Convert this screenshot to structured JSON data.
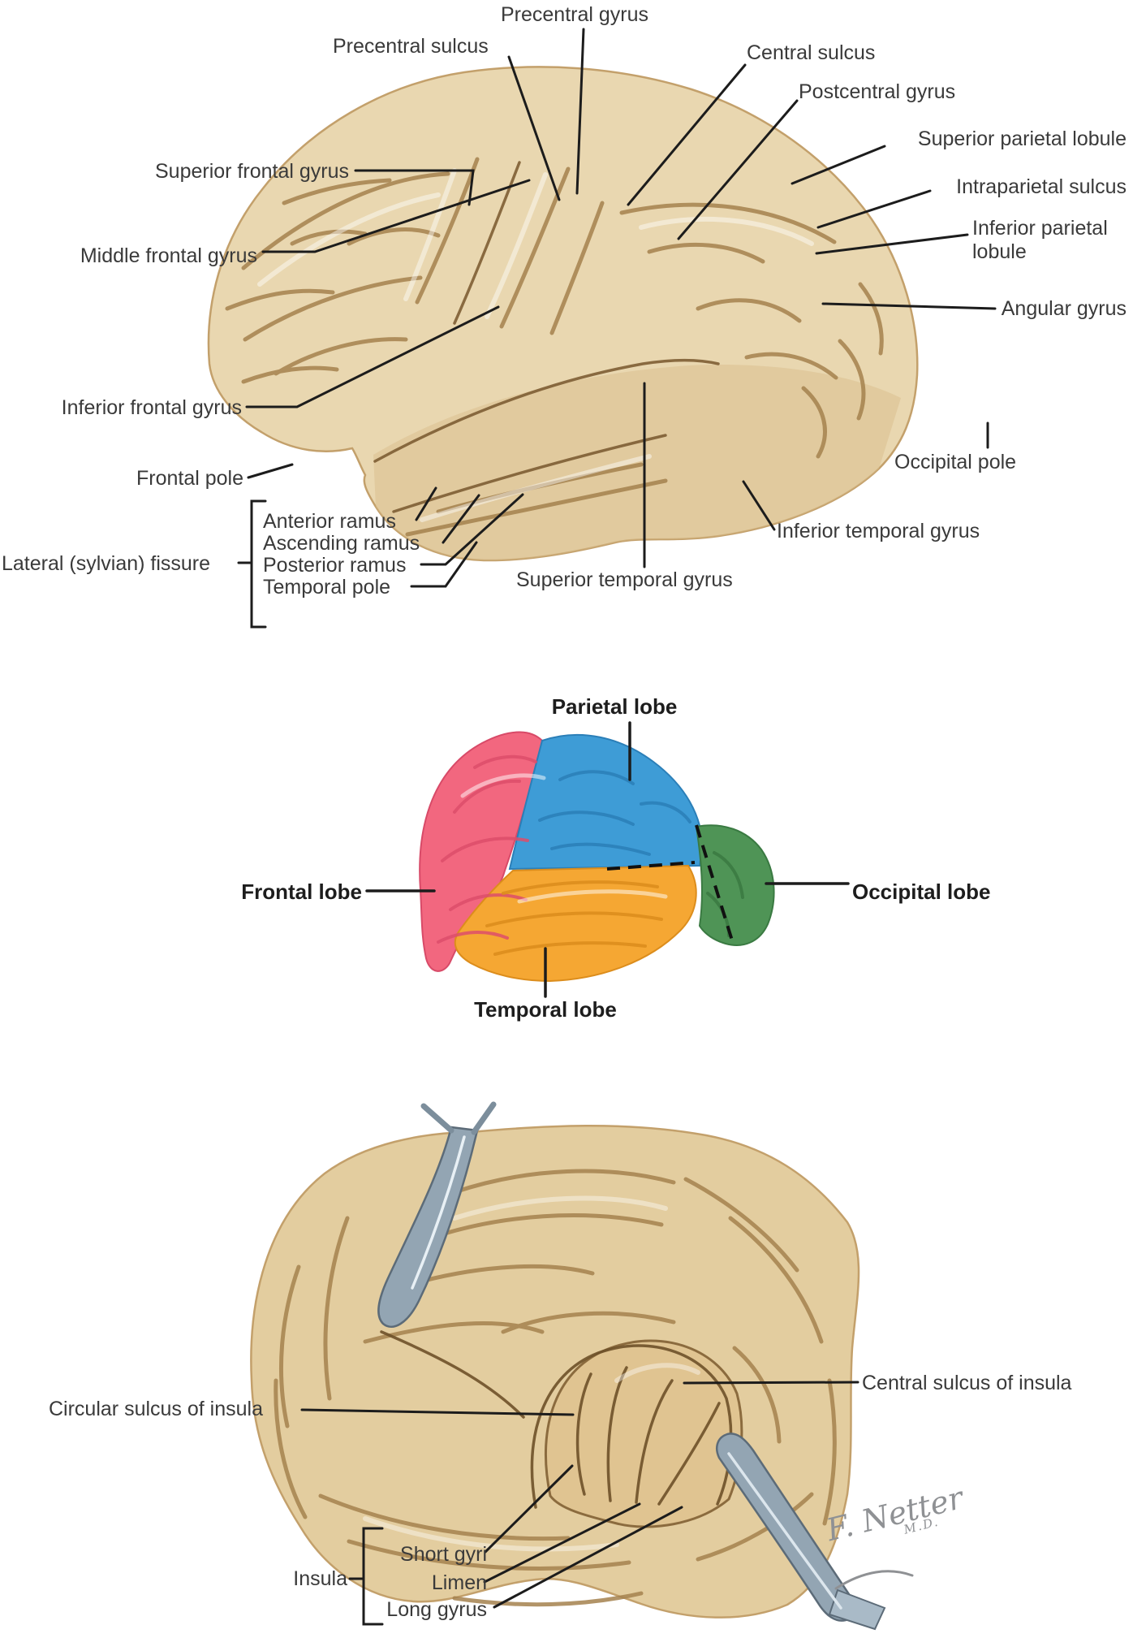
{
  "page": {
    "background": "#ffffff"
  },
  "palette": {
    "label_text": "#3a3a3a",
    "bold_label_text": "#1d1d1d",
    "leader_line": "#1c1c1c",
    "brain_base": "#e9d7b0",
    "brain_lower_shade": "#d9bd8c",
    "sulcus_stroke": "#a5824e",
    "deep_sulcus_stroke": "#6e5129",
    "frontal_lobe_color": "#f2677f",
    "parietal_lobe_color": "#3e9cd6",
    "temporal_lobe_color": "#f5a733",
    "occipital_lobe_color": "#4f9456",
    "retractor_metal": "#93a5b3",
    "signature_gray": "#8f9194"
  },
  "figure_lateral": {
    "labels": {
      "precentral_gyrus": "Precentral gyrus",
      "precentral_sulcus": "Precentral sulcus",
      "central_sulcus": "Central sulcus",
      "postcentral_gyrus": "Postcentral gyrus",
      "superior_parietal_lobule": "Superior parietal lobule",
      "intraparietal_sulcus": "Intraparietal sulcus",
      "inferior_parietal_lobule": "Inferior parietal lobule",
      "angular_gyrus": "Angular gyrus",
      "superior_frontal_gyrus": "Superior frontal gyrus",
      "middle_frontal_gyrus": "Middle frontal gyrus",
      "inferior_frontal_gyrus": "Inferior frontal gyrus",
      "frontal_pole": "Frontal pole",
      "lateral_sylvian_fissure": "Lateral (sylvian) fissure",
      "anterior_ramus": "Anterior ramus",
      "ascending_ramus": "Ascending ramus",
      "posterior_ramus": "Posterior ramus",
      "temporal_pole": "Temporal pole",
      "occipital_pole": "Occipital pole",
      "inferior_temporal_gyrus": "Inferior temporal gyrus",
      "superior_temporal_gyrus": "Superior temporal gyrus"
    }
  },
  "figure_lobes": {
    "labels": {
      "frontal_lobe": "Frontal lobe",
      "parietal_lobe": "Parietal lobe",
      "occipital_lobe": "Occipital lobe",
      "temporal_lobe": "Temporal lobe"
    }
  },
  "figure_insula": {
    "labels": {
      "circular_sulcus_of_insula": "Circular sulcus of insula",
      "central_sulcus_of_insula": "Central sulcus of insula",
      "insula": "Insula",
      "short_gyri": "Short gyri",
      "limen": "Limen",
      "long_gyrus": "Long gyrus"
    }
  },
  "signature": {
    "artist": "F. Netter",
    "credential": "M.D."
  }
}
